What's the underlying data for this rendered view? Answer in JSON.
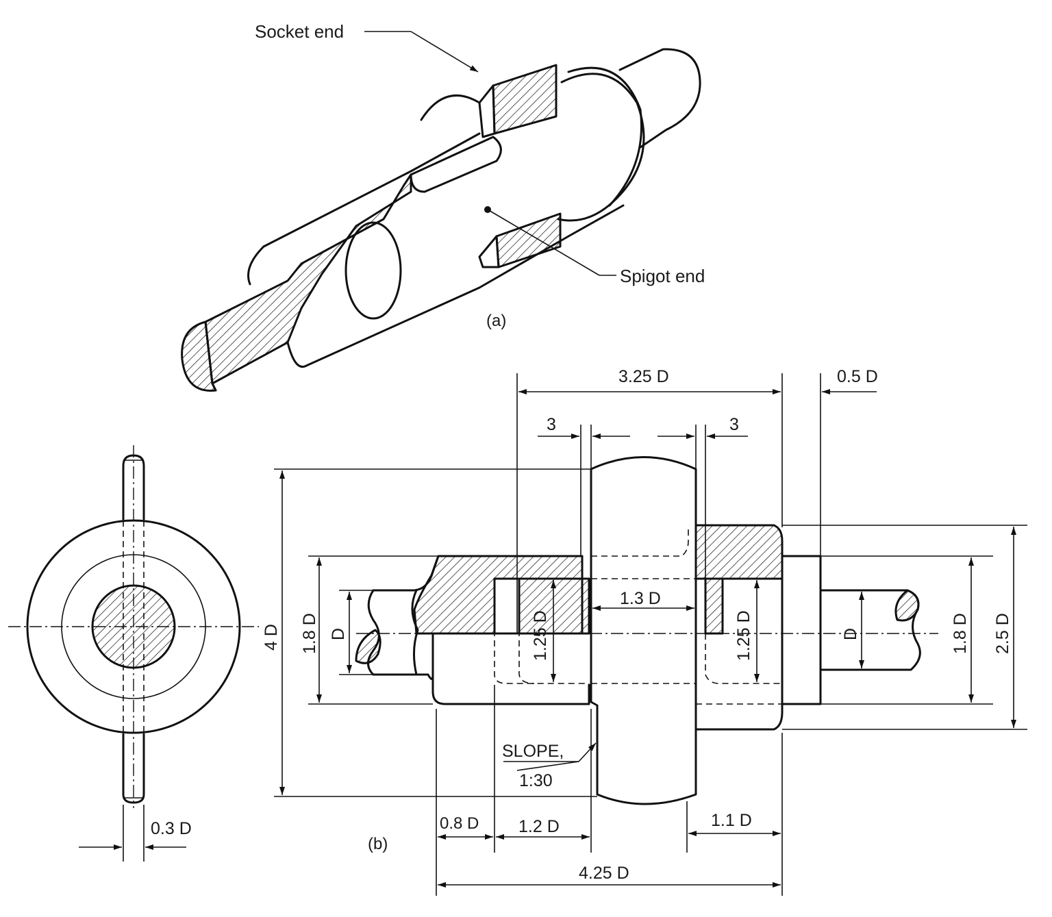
{
  "figure": {
    "callouts": {
      "socket_end": "Socket end",
      "spigot_end": "Spigot end"
    },
    "captions": {
      "a": "(a)",
      "b": "(b)"
    },
    "dimensions": {
      "d_3_25": "3.25 D",
      "d_0_5": "0.5 D",
      "d_3_left": "3",
      "d_3_right": "3",
      "d_4": "4 D",
      "d_1_8_left": "1.8 D",
      "d_D_left": "D",
      "d_1_25_left": "1.25 D",
      "d_1_3": "1.3 D",
      "d_1_25_right": "1.25 D",
      "d_D_right": "D",
      "d_1_8_right": "1.8 D",
      "d_2_5": "2.5 D",
      "d_0_8": "0.8 D",
      "d_1_2": "1.2 D",
      "d_1_1": "1.1 D",
      "d_4_25": "4.25 D",
      "d_0_3": "0.3 D"
    },
    "notes": {
      "slope_line1": "SLOPE,",
      "slope_line2": "1:30"
    }
  }
}
